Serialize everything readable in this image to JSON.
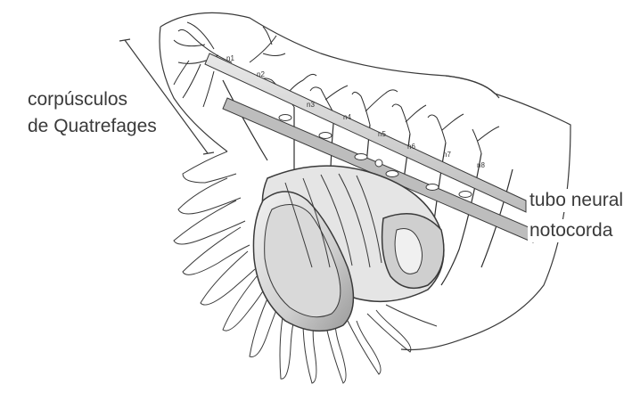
{
  "labels": {
    "corpusculos_line1": "corpúsculos",
    "corpusculos_line2": "de Quatrefages",
    "tubo_neural": "tubo neural",
    "notocorda": "notocorda"
  },
  "nerves": [
    "n1",
    "n2",
    "n3",
    "n4",
    "n5",
    "n6",
    "n7",
    "n8"
  ],
  "colors": {
    "line": "#3a3a3a",
    "gut_fill": "#d9d9d9",
    "tube_fill": "#cfcfcf",
    "label_bg": "#ffffff"
  }
}
